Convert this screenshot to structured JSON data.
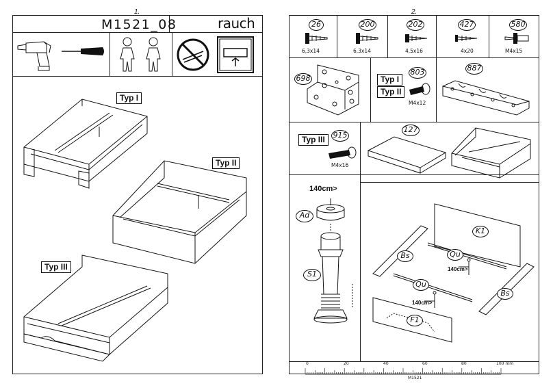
{
  "left_page": {
    "page_number": "1.",
    "model_code": "M1521_08",
    "brand": "rauch",
    "tools": [
      "drill-icon",
      "screwdriver-icon",
      "two-persons-icon",
      "no-floor-assembly-icon",
      "assemble-upright-icon"
    ],
    "variants": [
      {
        "label": "Typ I"
      },
      {
        "label": "Typ II"
      },
      {
        "label": "Typ III"
      }
    ]
  },
  "right_page": {
    "page_number": "2.",
    "screws": [
      {
        "part": "26",
        "size": "6,3x14"
      },
      {
        "part": "200",
        "size": "6,3x14"
      },
      {
        "part": "202",
        "size": "4,5x16"
      },
      {
        "part": "427",
        "size": "4x20"
      },
      {
        "part": "580",
        "size": "M4x15"
      }
    ],
    "bracket_part": "698",
    "typ_i_ii": {
      "labels": [
        "Typ I",
        "Typ II"
      ],
      "part": "803",
      "size": "M4x12"
    },
    "plate_part": "887",
    "typ_iii": {
      "label": "Typ III",
      "part": "915",
      "size": "M4x16"
    },
    "board_part": "127",
    "leg": {
      "width_note": "140cm>",
      "adjuster_part": "Ad",
      "leg_part": "S1"
    },
    "panels": {
      "head": "K1",
      "side_left": "Bs",
      "side_right": "Bs",
      "rail_top": "Qu",
      "rail_bottom": "Qu",
      "foot": "F1",
      "note_1": "140cm>",
      "note_2": "140cm>"
    },
    "ruler": {
      "ticks": [
        "0",
        "20",
        "40",
        "60",
        "80",
        "100 mm"
      ],
      "caption": "M1521"
    }
  }
}
